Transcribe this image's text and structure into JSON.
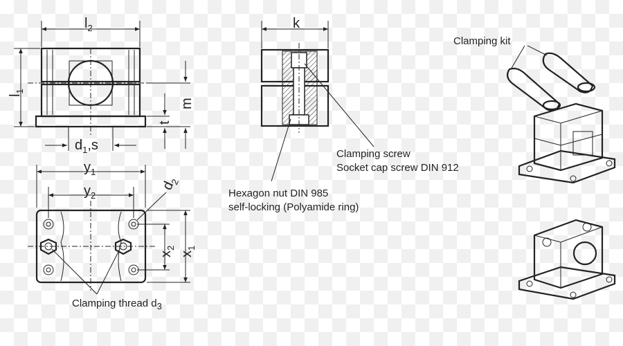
{
  "labels": {
    "clamping_kit": "Clamping kit",
    "clamping_screw_1": "Clamping screw",
    "clamping_screw_2": "Socket cap screw DIN 912",
    "hexagon_nut_1": "Hexagon nut  DIN 985",
    "hexagon_nut_2": "self-locking (Polyamide ring)",
    "clamping_thread": "Clamping thread d",
    "clamping_thread_sub": "3"
  },
  "dimensions": {
    "l2": {
      "base": "l",
      "sub": "2"
    },
    "l1": {
      "base": "l",
      "sub": "1"
    },
    "d1s": {
      "base": "d",
      "sub": "1",
      "suffix": ",s"
    },
    "m": "m",
    "t": "t",
    "k": "k",
    "y1": {
      "base": "y",
      "sub": "1"
    },
    "y2": {
      "base": "y",
      "sub": "2"
    },
    "d2": {
      "base": "d",
      "sub": "2"
    },
    "x1": {
      "base": "x",
      "sub": "1"
    },
    "x2": {
      "base": "x",
      "sub": "2"
    }
  }
}
